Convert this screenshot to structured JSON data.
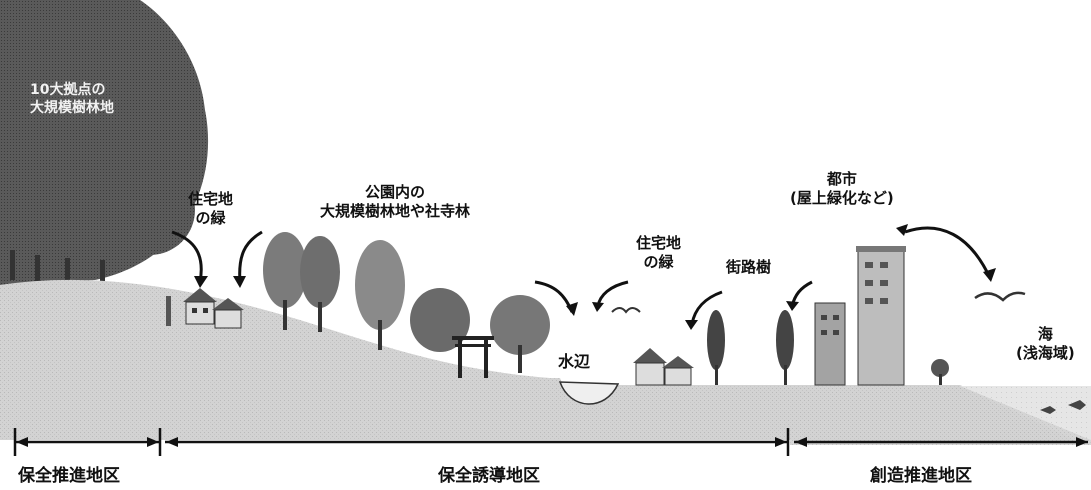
{
  "labels": {
    "forest": "10大拠点の\n大規模樹林地",
    "residential_green_left": "住宅地\nの緑",
    "park_forest": "公園内の\n大規模樹林地や社寺林",
    "residential_green_right": "住宅地\nの緑",
    "street_trees": "街路樹",
    "city_rooftop": "都市\n(屋上緑化など)",
    "waterside": "水辺",
    "sea": "海\n(浅海域)"
  },
  "zones": [
    {
      "label": "保全推進地区"
    },
    {
      "label": "保全誘導地区"
    },
    {
      "label": "創造推進地区"
    }
  ],
  "colors": {
    "ink": "#111111",
    "ground": "#cfcfcf",
    "ground_dark": "#a9a9a9",
    "canopy_dark": "#4a4a4a",
    "canopy_mid": "#8a8a8a",
    "building": "#9a9a9a",
    "sea": "#e2e2e2"
  }
}
